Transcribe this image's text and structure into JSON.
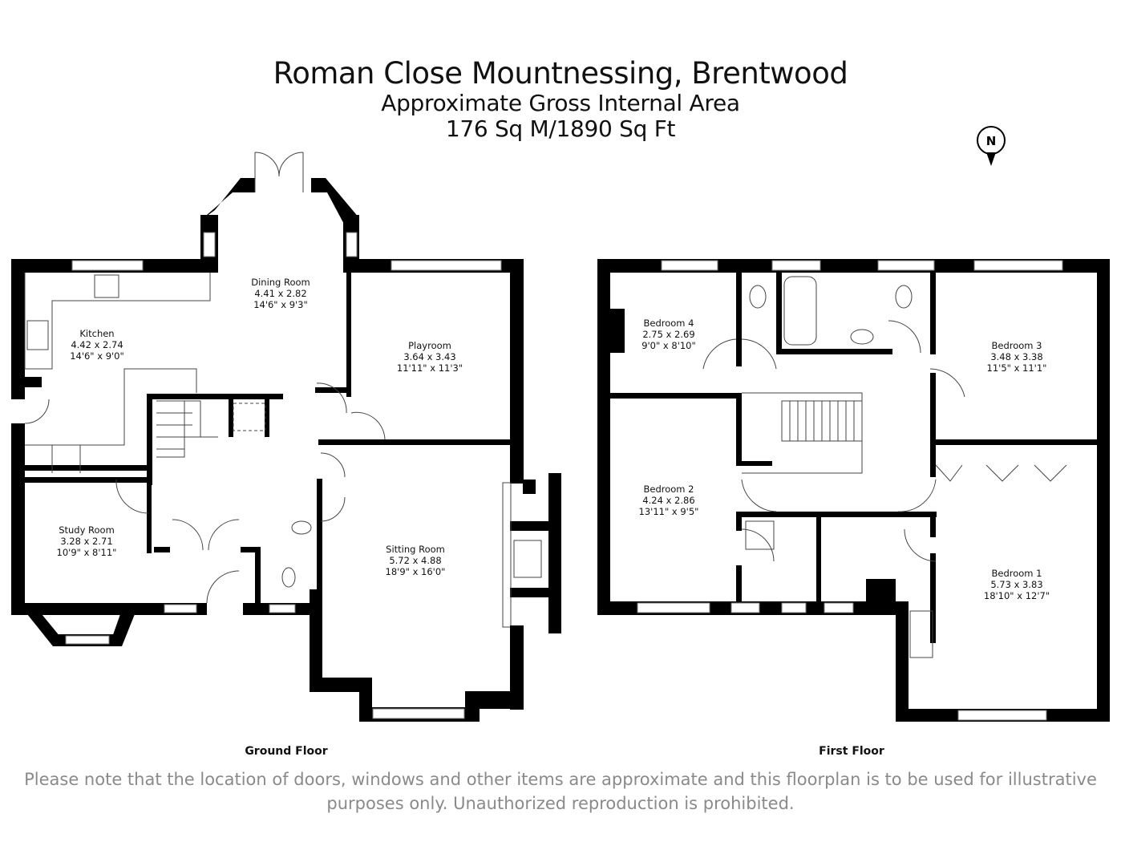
{
  "header": {
    "title": "Roman Close Mountnessing, Brentwood",
    "subtitle": "Approximate Gross Internal Area",
    "area": "176 Sq M/1890 Sq Ft"
  },
  "compass": {
    "label": "N"
  },
  "ground_floor": {
    "label": "Ground Floor",
    "rooms": [
      {
        "name": "Dining Room",
        "metric": "4.41 x 2.82",
        "imperial": "14'6\" x 9'3\""
      },
      {
        "name": "Kitchen",
        "metric": "4.42 x 2.74",
        "imperial": "14'6\" x 9'0\""
      },
      {
        "name": "Playroom",
        "metric": "3.64 x 3.43",
        "imperial": "11'11\" x 11'3\""
      },
      {
        "name": "Study Room",
        "metric": "3.28 x 2.71",
        "imperial": "10'9\" x 8'11\""
      },
      {
        "name": "Sitting Room",
        "metric": "5.72 x 4.88",
        "imperial": "18'9\" x 16'0\""
      }
    ]
  },
  "first_floor": {
    "label": "First Floor",
    "rooms": [
      {
        "name": "Bedroom 4",
        "metric": "2.75 x 2.69",
        "imperial": "9'0\" x 8'10\""
      },
      {
        "name": "Bedroom 3",
        "metric": "3.48 x 3.38",
        "imperial": "11'5\" x 11'1\""
      },
      {
        "name": "Bedroom 2",
        "metric": "4.24 x 2.86",
        "imperial": "13'11\" x 9'5\""
      },
      {
        "name": "Bedroom 1",
        "metric": "5.73 x 3.83",
        "imperial": "18'10\" x 12'7\""
      }
    ]
  },
  "disclaimer": {
    "line1": "Please note that the location of doors, windows and other items are approximate and this floorplan is to be used for illustrative",
    "line2": "purposes only. Unauthorized reproduction is prohibited."
  }
}
